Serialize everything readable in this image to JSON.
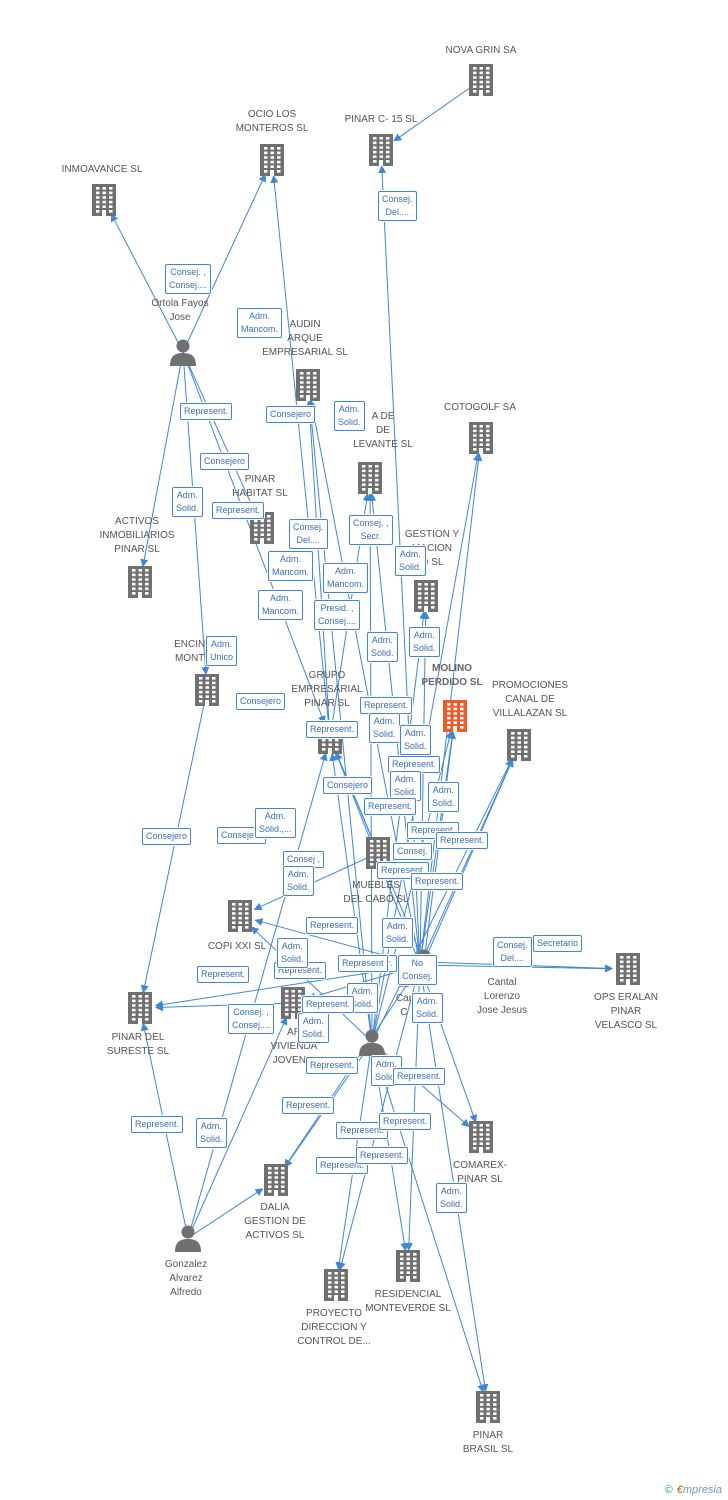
{
  "colors": {
    "edge": "#3f86d8",
    "company": "#707070",
    "focal_company": "#f05a28",
    "person": "#707070",
    "label_text": "#555555"
  },
  "nodes": [
    {
      "id": "nova",
      "type": "company",
      "label": "NOVA GRIN SA"
    },
    {
      "id": "ocio",
      "type": "company",
      "label": "OCIO LOS\nMONTEROS SL"
    },
    {
      "id": "pinarc15",
      "type": "company",
      "label": "PINAR C- 15 SL"
    },
    {
      "id": "inmo",
      "type": "company",
      "label": "INMOAVANCE SL"
    },
    {
      "id": "ortola",
      "type": "person",
      "label": "Ortola Fayos\nJose"
    },
    {
      "id": "audin",
      "type": "company",
      "label": "AUDIN\nARQUE\nEMPRESARIAL SL"
    },
    {
      "id": "levante",
      "type": "company",
      "label": "A DE\nDE\nLEVANTE SL"
    },
    {
      "id": "cotogolf",
      "type": "company",
      "label": "COTOGOLF SA"
    },
    {
      "id": "habitat",
      "type": "company",
      "label": "PINAR\nHABITAT SL"
    },
    {
      "id": "activos",
      "type": "company",
      "label": "ACTIVOS\nINMOBILIARIOS\nPINAR SL"
    },
    {
      "id": "gestion",
      "type": "company",
      "label": "GESTION Y\nMACION\nO SL"
    },
    {
      "id": "encina",
      "type": "company",
      "label": "ENCINA\nMONTE"
    },
    {
      "id": "grupo",
      "type": "company",
      "label": "GRUPO\nEMPRESARIAL\nPINAR SL"
    },
    {
      "id": "molino",
      "type": "focal",
      "label": "MOLINO\nPERDIDO SL"
    },
    {
      "id": "canal",
      "type": "company",
      "label": "PROMOCIONES\nCANAL DE\nVILLALAZAN SL"
    },
    {
      "id": "cabo",
      "type": "company",
      "label": "MUEBLES\nDEL CABO SL"
    },
    {
      "id": "copi",
      "type": "company",
      "label": "COPI XXI SL"
    },
    {
      "id": "cantal",
      "type": "person",
      "label": "Cantal\nLorenzo\nJose Jesus"
    },
    {
      "id": "carz",
      "type": "person",
      "label": "ez\nCar\nC"
    },
    {
      "id": "opseralan",
      "type": "company",
      "label": "OPS ERALAN\nPINAR\nVELASCO SL"
    },
    {
      "id": "sureste",
      "type": "company",
      "label": "PINAR DEL\nSURESTE SL"
    },
    {
      "id": "vivienda",
      "type": "company",
      "label": "AR\nVIVIENDA\nJOVEN S"
    },
    {
      "id": "p2",
      "type": "person",
      "label": ""
    },
    {
      "id": "comarex",
      "type": "company",
      "label": "COMAREX-\nPINAR SL"
    },
    {
      "id": "dalia",
      "type": "company",
      "label": "DALIA\nGESTION DE\nACTIVOS SL"
    },
    {
      "id": "gonzalez",
      "type": "person",
      "label": "Gonzalez\nAlvarez\nAlfredo"
    },
    {
      "id": "residencial",
      "type": "company",
      "label": "RESIDENCIAL\nMONTEVERDE SL"
    },
    {
      "id": "proyecto",
      "type": "company",
      "label": "PROYECTO\nDIRECCION Y\nCONTROL DE..."
    },
    {
      "id": "brasil",
      "type": "company",
      "label": "PINAR\nBRASIL SL"
    }
  ],
  "edges": [
    {
      "from": "ortola",
      "to": "inmo"
    },
    {
      "from": "ortola",
      "to": "ocio"
    },
    {
      "from": "ortola",
      "to": "habitat"
    },
    {
      "from": "ortola",
      "to": "encina"
    },
    {
      "from": "ortola",
      "to": "grupo"
    },
    {
      "from": "ortola",
      "to": "activos"
    },
    {
      "from": "nova",
      "to": "pinarc15"
    },
    {
      "from": "carz",
      "to": "pinarc15"
    },
    {
      "from": "carz",
      "to": "audin"
    },
    {
      "from": "carz",
      "to": "levante"
    },
    {
      "from": "carz",
      "to": "cotogolf"
    },
    {
      "from": "carz",
      "to": "gestion"
    },
    {
      "from": "carz",
      "to": "molino"
    },
    {
      "from": "carz",
      "to": "canal"
    },
    {
      "from": "carz",
      "to": "grupo"
    },
    {
      "from": "carz",
      "to": "copi"
    },
    {
      "from": "carz",
      "to": "sureste"
    },
    {
      "from": "carz",
      "to": "vivienda"
    },
    {
      "from": "carz",
      "to": "opseralan"
    },
    {
      "from": "carz",
      "to": "comarex"
    },
    {
      "from": "carz",
      "to": "residencial"
    },
    {
      "from": "carz",
      "to": "proyecto"
    },
    {
      "from": "carz",
      "to": "dalia"
    },
    {
      "from": "carz",
      "to": "brasil"
    },
    {
      "from": "cantal",
      "to": "opseralan"
    },
    {
      "from": "cantal",
      "to": "canal"
    },
    {
      "from": "cantal",
      "to": "grupo"
    },
    {
      "from": "cantal",
      "to": "molino"
    },
    {
      "from": "p2",
      "to": "grupo"
    },
    {
      "from": "p2",
      "to": "audin"
    },
    {
      "from": "p2",
      "to": "cotogolf"
    },
    {
      "from": "p2",
      "to": "gestion"
    },
    {
      "from": "p2",
      "to": "canal"
    },
    {
      "from": "p2",
      "to": "molino"
    },
    {
      "from": "p2",
      "to": "copi"
    },
    {
      "from": "p2",
      "to": "dalia"
    },
    {
      "from": "p2",
      "to": "proyecto"
    },
    {
      "from": "p2",
      "to": "residencial"
    },
    {
      "from": "p2",
      "to": "comarex"
    },
    {
      "from": "p2",
      "to": "brasil"
    },
    {
      "from": "p2",
      "to": "levante"
    },
    {
      "from": "gonzalez",
      "to": "sureste"
    },
    {
      "from": "gonzalez",
      "to": "dalia"
    },
    {
      "from": "gonzalez",
      "to": "grupo"
    },
    {
      "from": "gonzalez",
      "to": "vivienda"
    },
    {
      "from": "encina",
      "to": "sureste"
    },
    {
      "from": "cabo",
      "to": "copi"
    },
    {
      "from": "cabo",
      "to": "grupo"
    },
    {
      "from": "grupo",
      "to": "audin"
    },
    {
      "from": "grupo",
      "to": "ocio"
    },
    {
      "from": "grupo",
      "to": "levante"
    },
    {
      "from": "vivienda",
      "to": "sureste"
    }
  ],
  "edge_labels": [
    {
      "text": "Consej. ,\nConsej...."
    },
    {
      "text": "Consej.\nDel...."
    },
    {
      "text": "Adm.\nMancom."
    },
    {
      "text": "Represent."
    },
    {
      "text": "Consejero"
    },
    {
      "text": "Adm.\nSolid."
    },
    {
      "text": "Consejero"
    },
    {
      "text": "Adm.\nSolid."
    },
    {
      "text": "Represent."
    },
    {
      "text": "Consej.\nDel...."
    },
    {
      "text": "Consej. ,\nSecr."
    },
    {
      "text": "Adm.\nSolid."
    },
    {
      "text": "Adm.\nMancom."
    },
    {
      "text": "Adm.\nMancom."
    },
    {
      "text": "Adm.\nMancom."
    },
    {
      "text": "Presid. ,\nConsej...."
    },
    {
      "text": "Adm.\nUnico"
    },
    {
      "text": "Adm.\nSolid."
    },
    {
      "text": "Adm.\nSolid."
    },
    {
      "text": "Consejero"
    },
    {
      "text": "Represent."
    },
    {
      "text": "Represent."
    },
    {
      "text": "Adm.\nSolid."
    },
    {
      "text": "Adm.\nSolid."
    },
    {
      "text": "Represent."
    },
    {
      "text": "Consejero"
    },
    {
      "text": "Adm.\nSolid."
    },
    {
      "text": "Adm.\nSolid."
    },
    {
      "text": "Represent."
    },
    {
      "text": "Consejero"
    },
    {
      "text": "Adm.\nSolid.,..."
    },
    {
      "text": "Consejero"
    },
    {
      "text": "Represent."
    },
    {
      "text": "Represent."
    },
    {
      "text": "Consej."
    },
    {
      "text": "Consej ,"
    },
    {
      "text": "Adm.\nSolid."
    },
    {
      "text": "Represent."
    },
    {
      "text": "Represent."
    },
    {
      "text": "Represent."
    },
    {
      "text": "Adm.\nSolid."
    },
    {
      "text": "Consej.\nDel...."
    },
    {
      "text": "Secretario"
    },
    {
      "text": "Represent."
    },
    {
      "text": "Represent."
    },
    {
      "text": "Adm.\nSolid."
    },
    {
      "text": "Secr."
    },
    {
      "text": "No\nConsej."
    },
    {
      "text": "Adm.\nSolid."
    },
    {
      "text": "Represent"
    },
    {
      "text": "Consej. ,\nConsej...."
    },
    {
      "text": "Adm.\nSolid."
    },
    {
      "text": "Adm.\nSolid."
    },
    {
      "text": "Represent."
    },
    {
      "text": "Adm.\nSolid."
    },
    {
      "text": "Represent."
    },
    {
      "text": "Represent."
    },
    {
      "text": "Represent."
    },
    {
      "text": "Represent."
    },
    {
      "text": "Represent."
    },
    {
      "text": "Represent."
    },
    {
      "text": "Represent."
    },
    {
      "text": "Represent."
    },
    {
      "text": "Adm.\nSolid."
    },
    {
      "text": "Adm.\nSolid."
    }
  ],
  "footer": {
    "copyright": "©",
    "brand_e": "€",
    "brand_rest": "mpresia"
  }
}
